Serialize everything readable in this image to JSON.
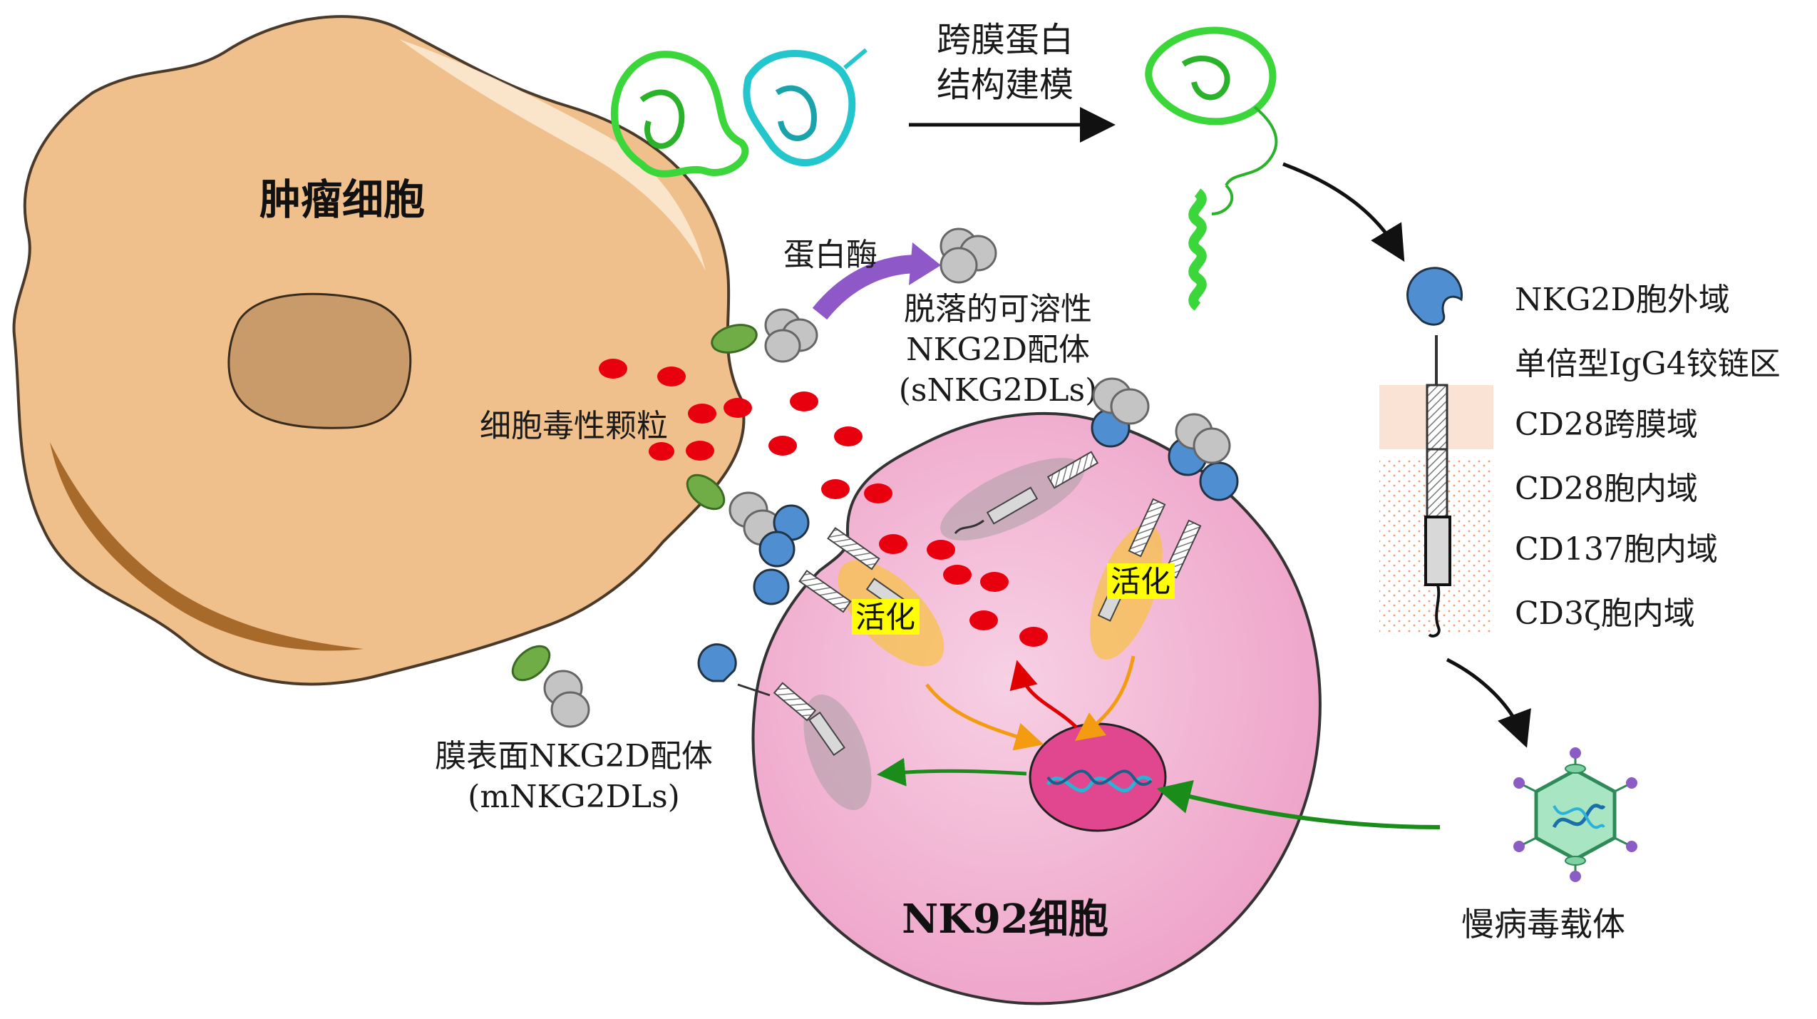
{
  "labels": {
    "tumor_cell": "肿瘤细胞",
    "cytotoxic_granules": "细胞毒性颗粒",
    "protease": "蛋白酶",
    "shed_ligand_line1": "脱落的可溶性",
    "shed_ligand_line2": "NKG2D配体",
    "shed_ligand_line3": "(sNKG2DLs)",
    "membrane_ligand_line1": "膜表面NKG2D配体",
    "membrane_ligand_line2": "(mNKG2DLs)",
    "activation_1": "活化",
    "activation_2": "活化",
    "nk92_cell": "NK92细胞",
    "modeling_line1": "跨膜蛋白",
    "modeling_line2": "结构建模",
    "lentiviral_vector": "慢病毒载体"
  },
  "car_domains": [
    "NKG2D胞外域",
    "单倍型IgG4铰链区",
    "CD28跨膜域",
    "CD28胞内域",
    "CD137胞内域",
    "CD3ζ胞内域"
  ],
  "colors": {
    "tumor_fill": "#f0c08c",
    "tumor_edge": "#5a4632",
    "nucleus_fill": "#c99a6a",
    "nk_fill": "#f2b6d4",
    "nk_nucleus": "#e0478e",
    "granule": "#e8000e",
    "ligand_green": "#70ad47",
    "receptor_blue": "#4f8fd1",
    "ligand_gray": "#b8b8b8",
    "protease_arrow": "#8e58c9",
    "activation_glow": "#f7c24a",
    "activation_label_bg": "#ffff00",
    "protein_green": "#3ad63a",
    "protein_cyan": "#22c6cc",
    "virus_capsid": "#a8e6c3"
  }
}
